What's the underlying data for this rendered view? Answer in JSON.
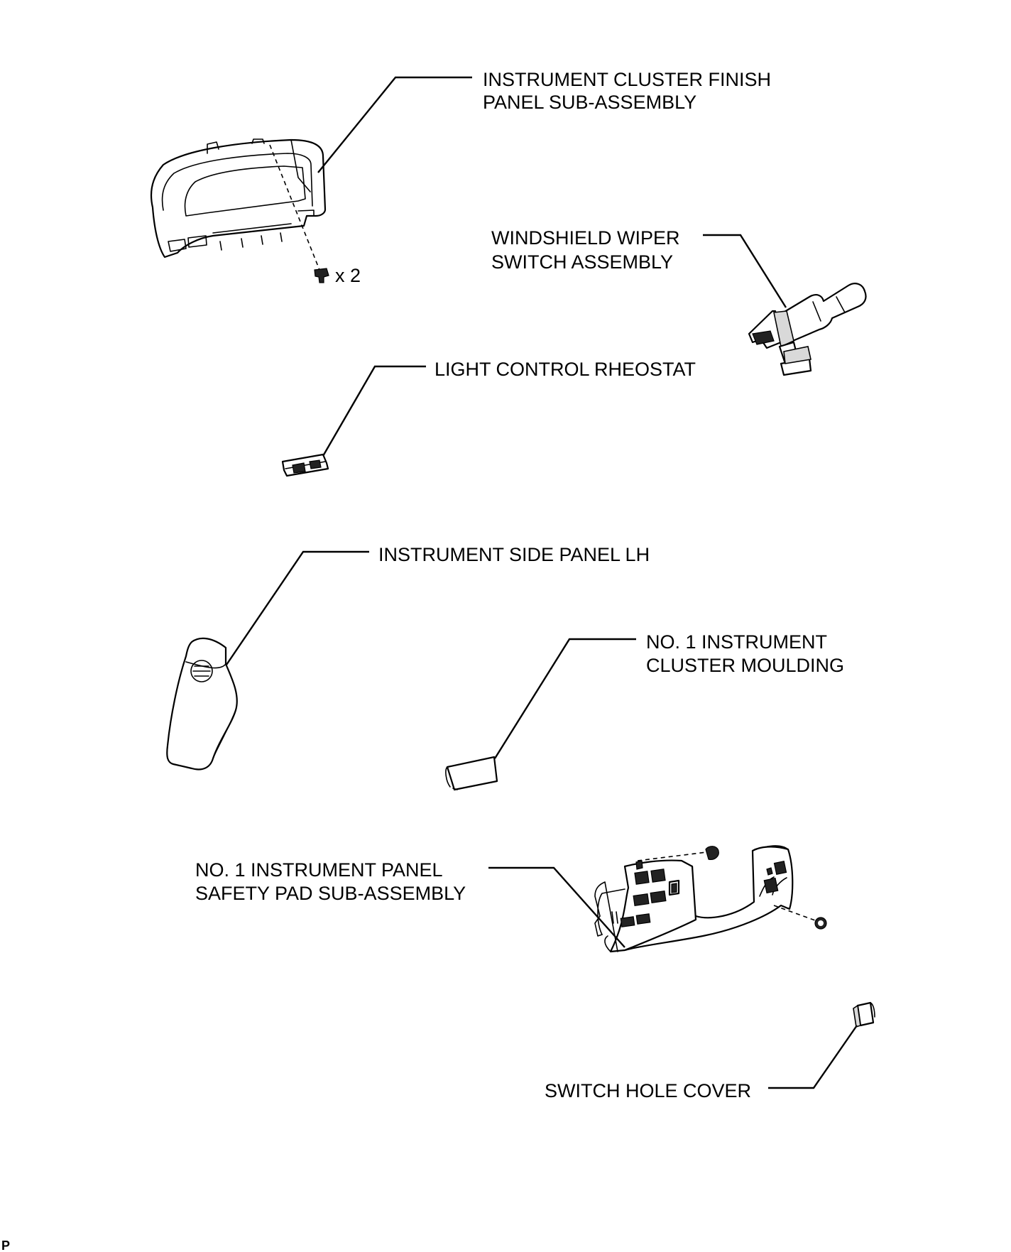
{
  "labels": {
    "cluster_finish_panel": [
      "INSTRUMENT CLUSTER FINISH",
      "PANEL SUB-ASSEMBLY"
    ],
    "screw_qty": "x 2",
    "wiper_switch": [
      "WINDSHIELD WIPER",
      "SWITCH ASSEMBLY"
    ],
    "rheostat": "LIGHT CONTROL RHEOSTAT",
    "side_panel": "INSTRUMENT SIDE PANEL LH",
    "cluster_moulding": [
      "NO. 1 INSTRUMENT",
      "CLUSTER MOULDING"
    ],
    "safety_pad": [
      "NO. 1 INSTRUMENT PANEL",
      "SAFETY PAD SUB-ASSEMBLY"
    ],
    "switch_hole_cover": "SWITCH HOLE COVER",
    "corner_mark": "P"
  },
  "colors": {
    "line": "#000000",
    "background": "#ffffff",
    "shade": "#d9d9d9"
  }
}
